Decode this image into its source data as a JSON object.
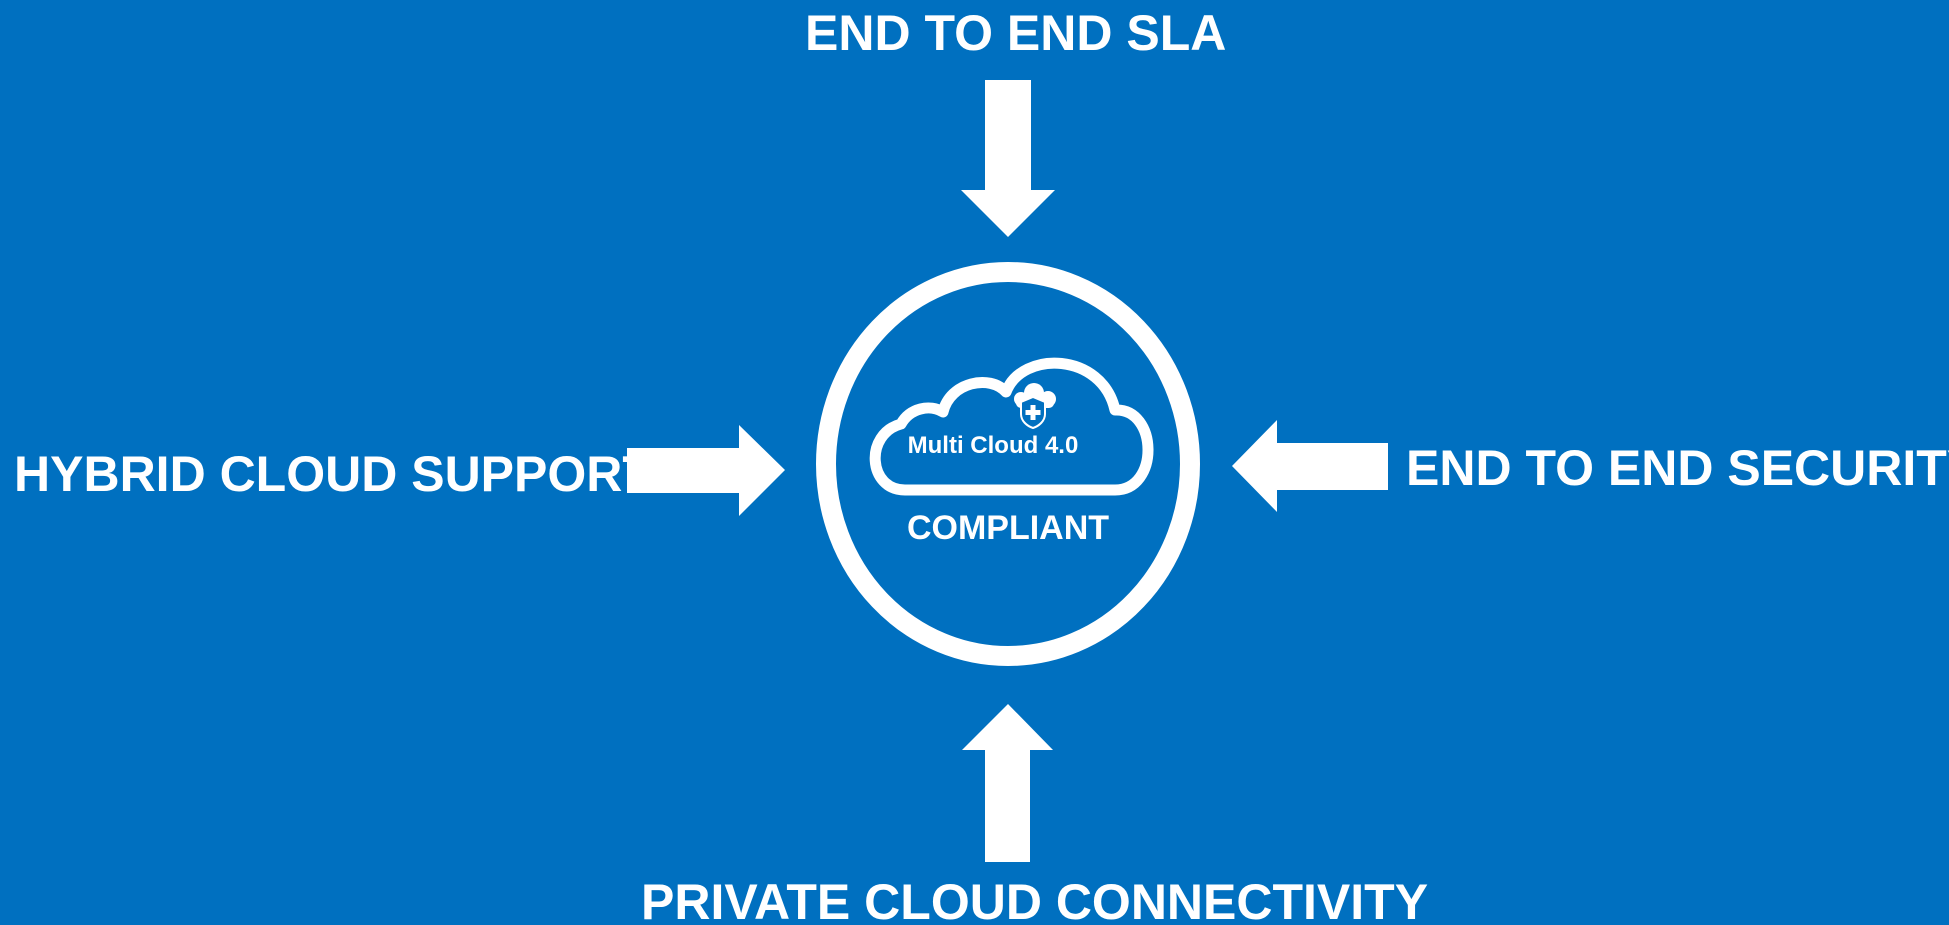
{
  "diagram": {
    "top_label": "END TO END SLA",
    "left_label": "HYBRID CLOUD SUPPORT",
    "right_label": "END TO END SECURITY",
    "bottom_label": "PRIVATE CLOUD CONNECTIVITY",
    "center": {
      "title": "Multi Cloud 4.0",
      "subtitle": "COMPLIANT",
      "icon": "cloud-icon",
      "badge_icon": "shield-cross-icon"
    },
    "arrows": [
      "arrow-down-icon",
      "arrow-right-icon",
      "arrow-left-icon",
      "arrow-up-icon"
    ]
  },
  "colors": {
    "background": "#0070c0",
    "foreground": "#ffffff"
  }
}
